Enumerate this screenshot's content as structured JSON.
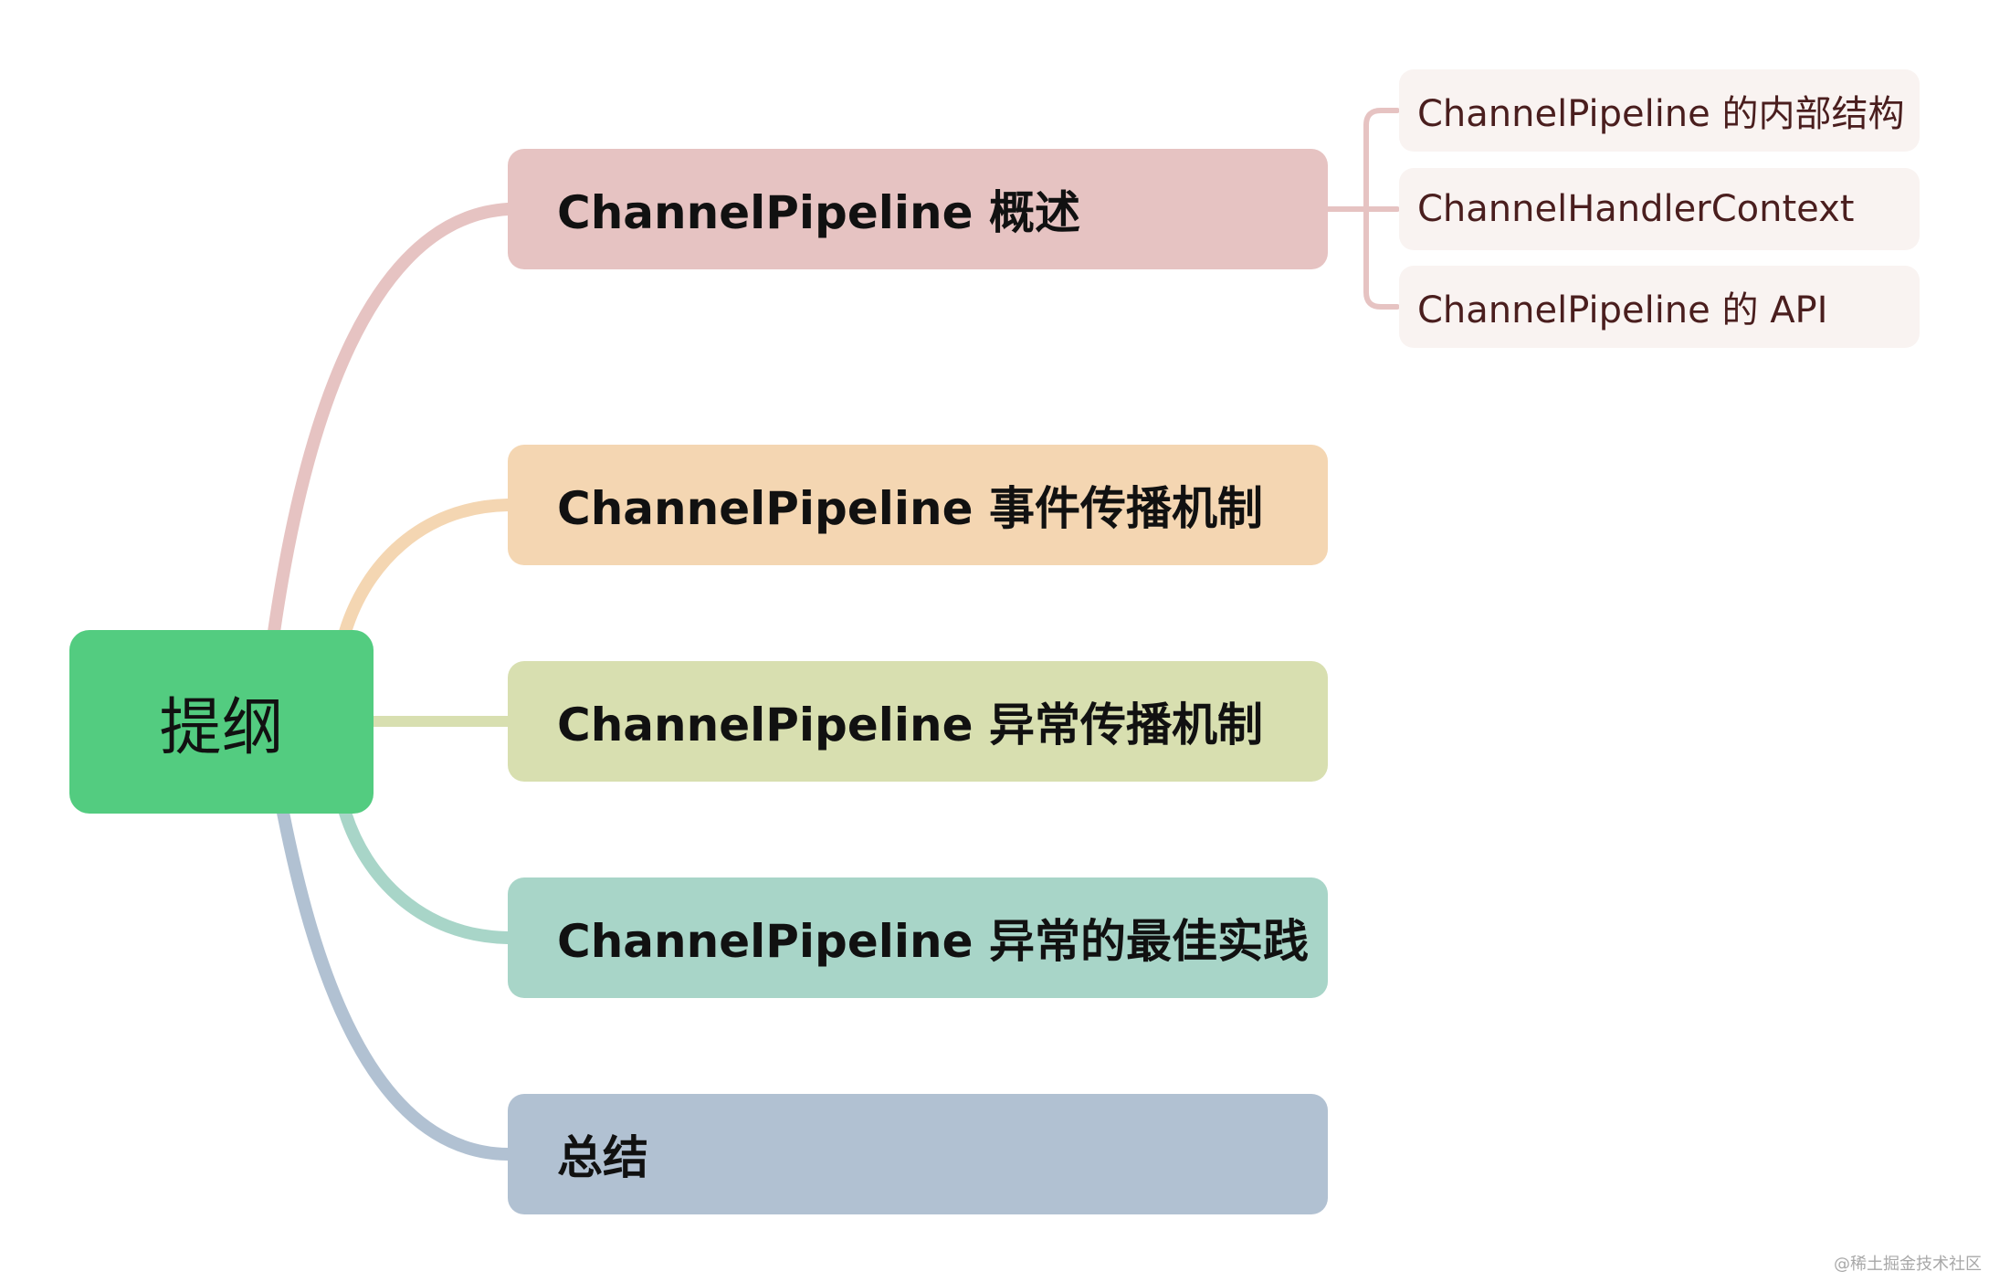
{
  "root": {
    "label": "提纲",
    "color": "#53cc80"
  },
  "branches": [
    {
      "label": "ChannelPipeline 概述",
      "color": "#e6c3c2",
      "line_color": "#e6c3c2",
      "children": [
        "ChannelPipeline 的内部结构",
        "ChannelHandlerContext",
        "ChannelPipeline 的 API"
      ]
    },
    {
      "label": "ChannelPipeline 事件传播机制",
      "color": "#f4d6b2",
      "line_color": "#f4d6b2",
      "children": []
    },
    {
      "label": "ChannelPipeline 异常传播机制",
      "color": "#d8dfb0",
      "line_color": "#d8dfb0",
      "children": []
    },
    {
      "label": "ChannelPipeline 异常的最佳实践",
      "color": "#a8d5c8",
      "line_color": "#a8d5c8",
      "children": []
    },
    {
      "label": "总结",
      "color": "#b1c1d2",
      "line_color": "#b1c1d2",
      "children": []
    }
  ],
  "leaf_style": {
    "background": "#f9f3f1",
    "text_color": "#4a1e1e",
    "bracket_color": "#e6c3c2"
  },
  "watermark": "@稀土掘金技术社区"
}
